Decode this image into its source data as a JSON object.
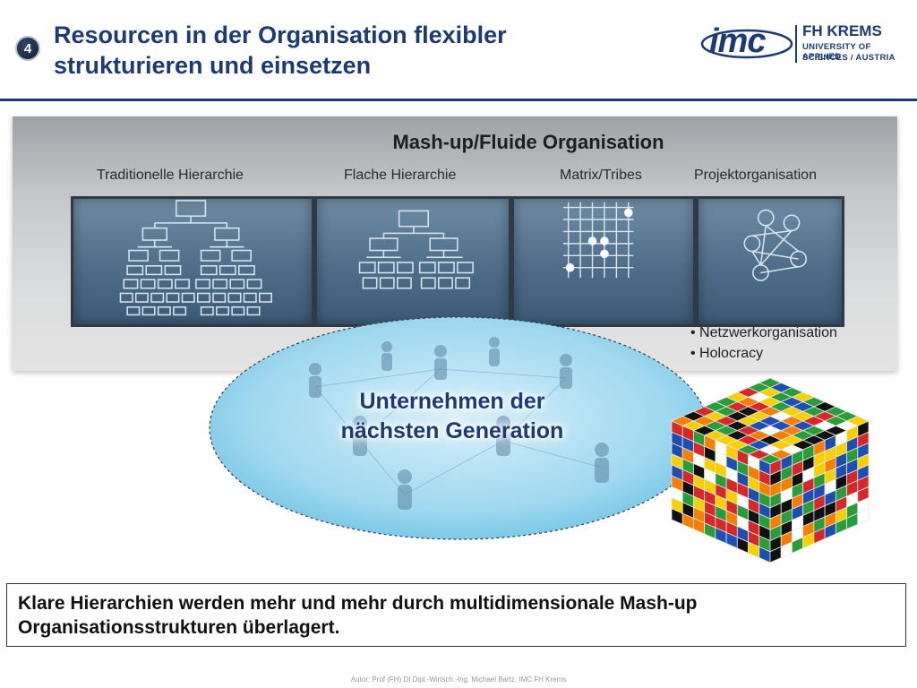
{
  "slide": {
    "number": "4",
    "title_line1": "Resourcen in der Organisation flexibler",
    "title_line2": "strukturieren und einsetzen"
  },
  "logo": {
    "word": "imc",
    "line1": "FH KREMS",
    "line2": "UNIVERSITY OF APPLIED",
    "line3": "SCIENCES / AUSTRIA"
  },
  "band": {
    "title": "Mash-up/Fluide Organisation",
    "columns": [
      {
        "label": "Traditionelle Hierarchie",
        "icon": "tall-hierarchy-icon"
      },
      {
        "label": "Flache Hierarchie",
        "icon": "flat-hierarchy-icon"
      },
      {
        "label": "Matrix/Tribes",
        "icon": "matrix-grid-icon"
      },
      {
        "label": "Projektorganisation",
        "icon": "network-nodes-icon"
      }
    ]
  },
  "bullets": [
    "• Netzwerkorganisation",
    "• Holocracy"
  ],
  "center": {
    "line1": "Unternehmen der",
    "line2": "nächsten Generation"
  },
  "cube_icon": "multicolor-cube-icon",
  "summary": {
    "line1": "Klare Hierarchien werden mehr und mehr durch multidimensionale Mash-up",
    "line2": "Organisationsstrukturen überlagert."
  },
  "footer": "Autor: Prof (FH) DI Dipl.-Wirtsch.-Ing. Michael Bartz, IMC FH Krems",
  "colors": {
    "title": "#1c3a73",
    "screen": "#4e6d88",
    "cloud": "#7ec8e6"
  }
}
